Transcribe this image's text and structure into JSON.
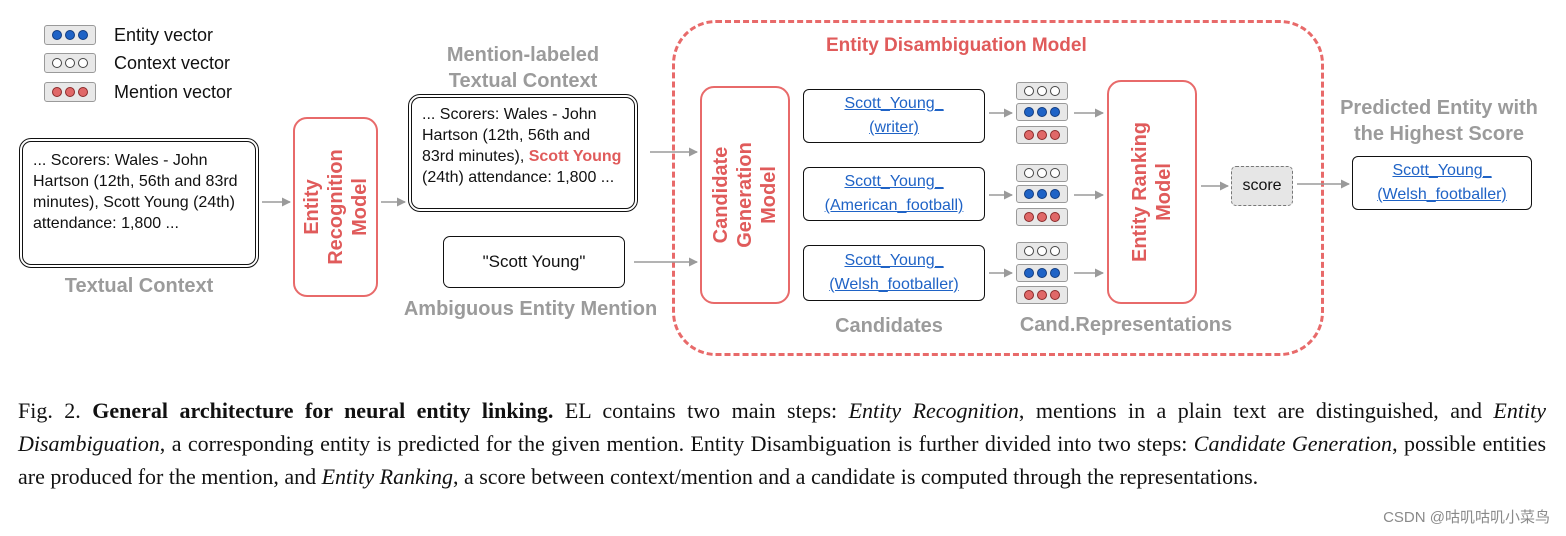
{
  "legend": {
    "entity_vector": "Entity vector",
    "context_vector": "Context vector",
    "mention_vector": "Mention vector"
  },
  "textual_context": {
    "text": "... Scorers: Wales - John Hartson (12th, 56th and 83rd minutes), Scott Young (24th) attendance: 1,800 ...",
    "label": "Textual Context"
  },
  "entity_recognition_model": {
    "line1": "Entity",
    "line2": "Recognition",
    "line3": "Model"
  },
  "mention_labeled_context": {
    "title_line1": "Mention-labeled",
    "title_line2": "Textual Context",
    "text_before": "... Scorers: Wales - John Hartson (12th, 56th and 83rd minutes), ",
    "mention": "Scott Young",
    "text_after": " (24th) attendance: 1,800 ..."
  },
  "ambiguous_mention": {
    "text": "\"Scott Young\"",
    "label": "Ambiguous Entity Mention"
  },
  "disambiguation": {
    "title": "Entity Disambiguation Model",
    "candidate_generation": {
      "line1": "Candidate",
      "line2": "Generation",
      "line3": "Model"
    },
    "candidates": [
      {
        "line1": "Scott_Young_",
        "line2": "(writer)"
      },
      {
        "line1": "Scott_Young_",
        "line2": "(American_football)"
      },
      {
        "line1": "Scott_Young_",
        "line2": "(Welsh_footballer)"
      }
    ],
    "candidates_label": "Candidates",
    "representations_label": "Cand.Representations",
    "entity_ranking": {
      "line1": "Entity Ranking",
      "line2": "Model"
    },
    "score": "score"
  },
  "prediction": {
    "title_line1": "Predicted Entity with",
    "title_line2": "the Highest Score",
    "line1": "Scott_Young_",
    "line2": "(Welsh_footballer)"
  },
  "caption": {
    "prefix": "Fig. 2. ",
    "bold_title": "General architecture for neural entity linking.",
    "t1": " EL contains two main steps: ",
    "i1": "Entity Recognition",
    "t2": ", mentions in a plain text are distinguished, and ",
    "i2": "Entity Disambiguation",
    "t3": ", a corresponding entity is predicted for the given mention. Entity Disambiguation is further divided into two steps: ",
    "i3": "Candidate Generation",
    "t4": ", possible entities are produced for the mention, and ",
    "i4": "Entity Ranking",
    "t5": ", a score between context/mention and a candidate is computed through the representations."
  },
  "watermark": "CSDN @咕叽咕叽小菜鸟",
  "colors": {
    "model_red": "#e86a6a",
    "mention_red": "#e05b5b",
    "link_blue": "#1f63c6",
    "label_gray": "#9b9b9b",
    "arrow_gray": "#9a9a9a"
  }
}
